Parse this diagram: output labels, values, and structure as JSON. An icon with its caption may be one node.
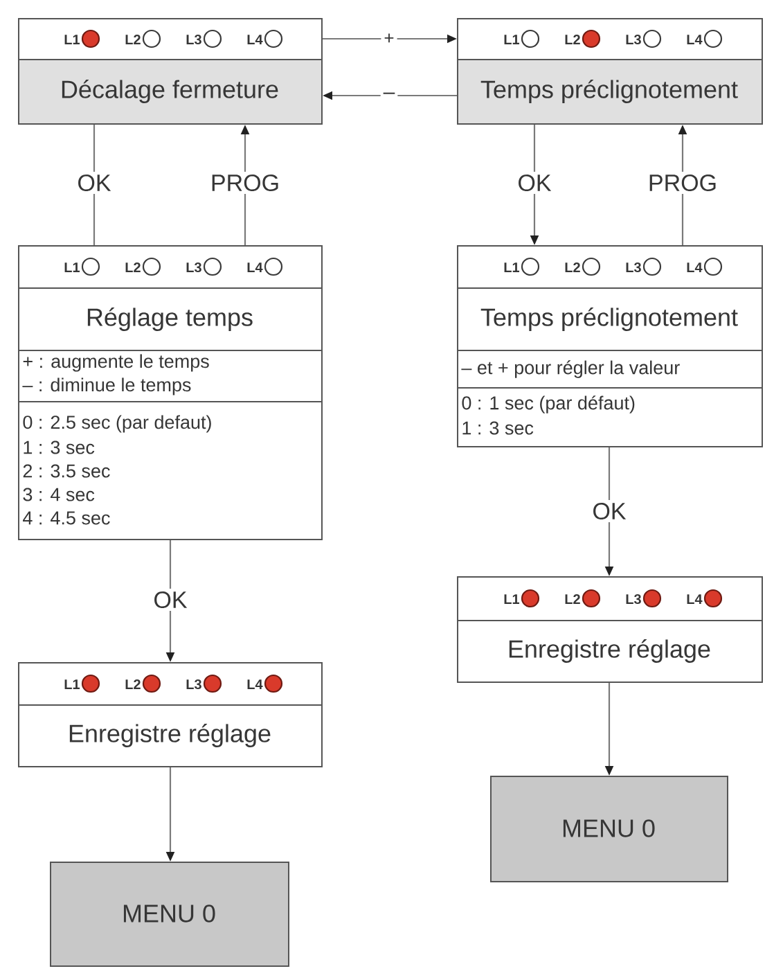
{
  "diagram": {
    "nodes": [
      {
        "text": [
          "L1",
          "L2",
          "L3",
          "L4",
          "Décalage fermeture"
        ]
      },
      {
        "text": [
          "L1",
          "L2",
          "L3",
          "L4",
          "Temps préclignotement"
        ]
      },
      {
        "text": [
          "L1",
          "L2",
          "L3",
          "L4",
          "Réglage temps",
          "+ : augmente le temps",
          "– : diminue le temps",
          "0 : 2.5 sec (par defaut)",
          "1 : 3 sec",
          "2 : 3.5 sec",
          "3 : 4 sec",
          "4 : 4.5 sec"
        ]
      },
      {
        "text": [
          "L1",
          "L2",
          "L3",
          "L4",
          "Temps préclignotement",
          "– et + pour régler la valeur",
          "0 : 1 sec (par défaut)",
          "1 : 3 sec"
        ]
      },
      {
        "text": [
          "L1",
          "L2",
          "L3",
          "L4",
          "Enregistre réglage"
        ]
      },
      {
        "text": [
          "L1",
          "L2",
          "L3",
          "L4",
          "Enregistre réglage"
        ]
      },
      {
        "text": [
          "MENU 0"
        ]
      },
      {
        "text": [
          "MENU 0"
        ]
      }
    ],
    "edges": [
      {
        "from": 0,
        "to": 1,
        "arrow": "to",
        "label": "+"
      },
      {
        "from": 1,
        "to": 0,
        "arrow": "to",
        "label": "–"
      },
      {
        "from": 0,
        "to": 2,
        "arrow": "none",
        "label": "OK"
      },
      {
        "from": 2,
        "to": 0,
        "arrow": "to",
        "label": "PROG"
      },
      {
        "from": 1,
        "to": 3,
        "arrow": "to",
        "label": "OK"
      },
      {
        "from": 3,
        "to": 1,
        "arrow": "to",
        "label": "PROG"
      },
      {
        "from": 2,
        "to": 5,
        "arrow": "to",
        "label": "OK"
      },
      {
        "from": 3,
        "to": 4,
        "arrow": "to",
        "label": "OK"
      },
      {
        "from": 4,
        "to": 6,
        "arrow": "to"
      },
      {
        "from": 5,
        "to": 7,
        "arrow": "to"
      }
    ]
  }
}
